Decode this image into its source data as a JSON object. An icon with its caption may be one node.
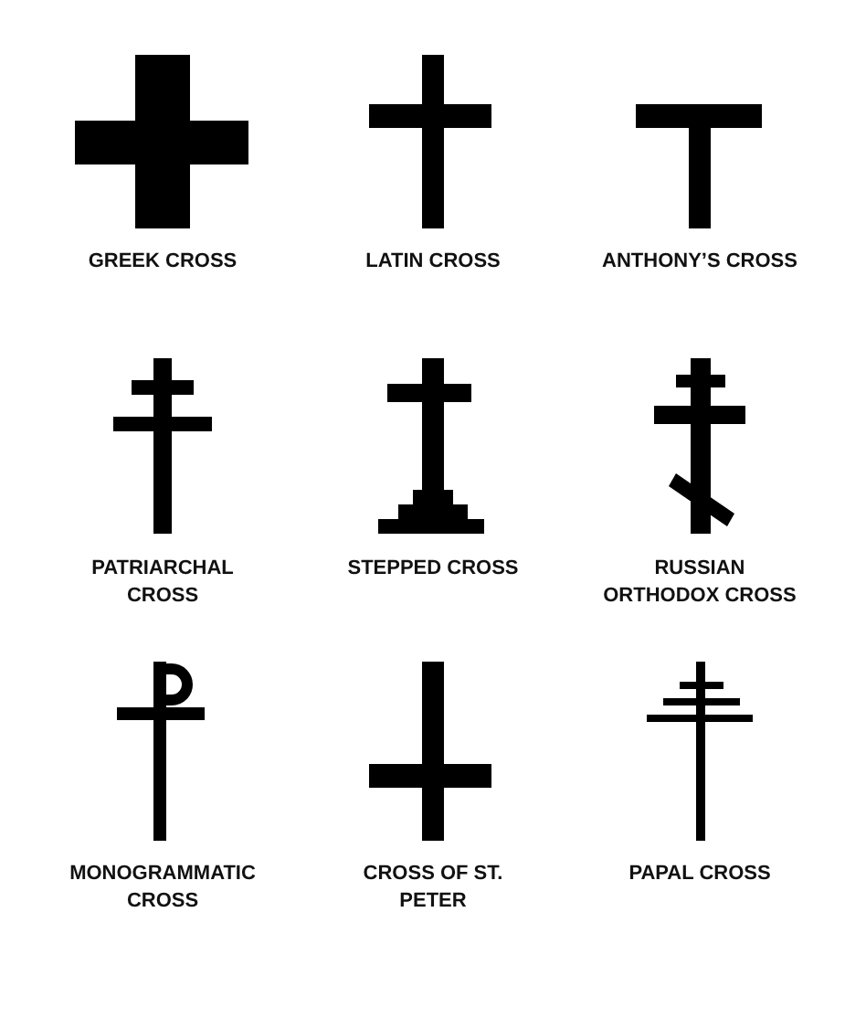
{
  "diagram": {
    "labels": [
      "GREEK CROSS",
      "LATIN CROSS",
      "ANTHONY’S CROSS",
      "PATRIARCHAL CROSS",
      "STEPPED CROSS",
      "RUSSIAN ORTHODOX CROSS",
      "MONOGRAMMATIC CROSS",
      "CROSS OF ST. PETER",
      "PAPAL CROSS"
    ]
  }
}
